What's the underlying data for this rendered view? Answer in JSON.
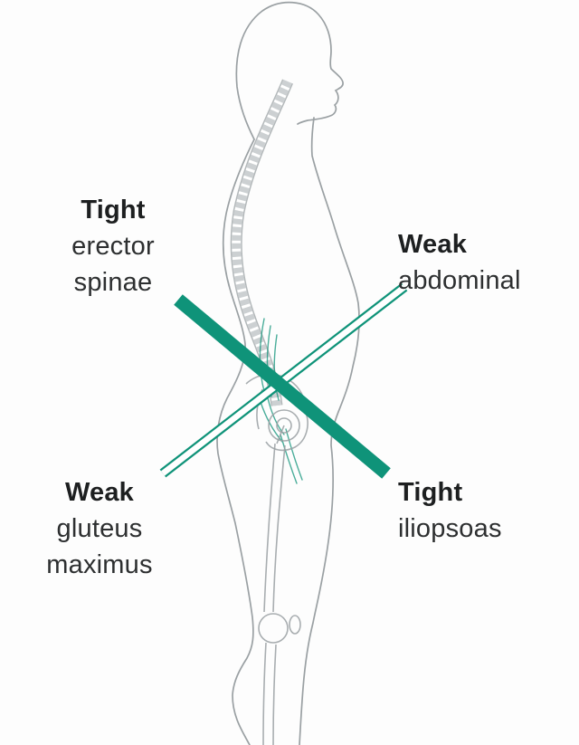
{
  "diagram": {
    "labels": {
      "upper_left": {
        "emphasis": "Tight",
        "lines": [
          "erector",
          "spinae"
        ]
      },
      "upper_right": {
        "emphasis": "Weak",
        "lines": [
          "abdominal"
        ]
      },
      "lower_left": {
        "emphasis": "Weak",
        "lines": [
          "gluteus",
          "maximus"
        ]
      },
      "lower_right": {
        "emphasis": "Tight",
        "lines": [
          "iliopsoas"
        ]
      }
    },
    "colors": {
      "accent": "#0f9379",
      "sketch": "#9aa0a3",
      "spine": "#ccd0d2",
      "spine_rail": "#b3b8ba",
      "text": "#2d2f30",
      "text_em": "#1d1f20",
      "background": "#fdfdfd"
    }
  }
}
